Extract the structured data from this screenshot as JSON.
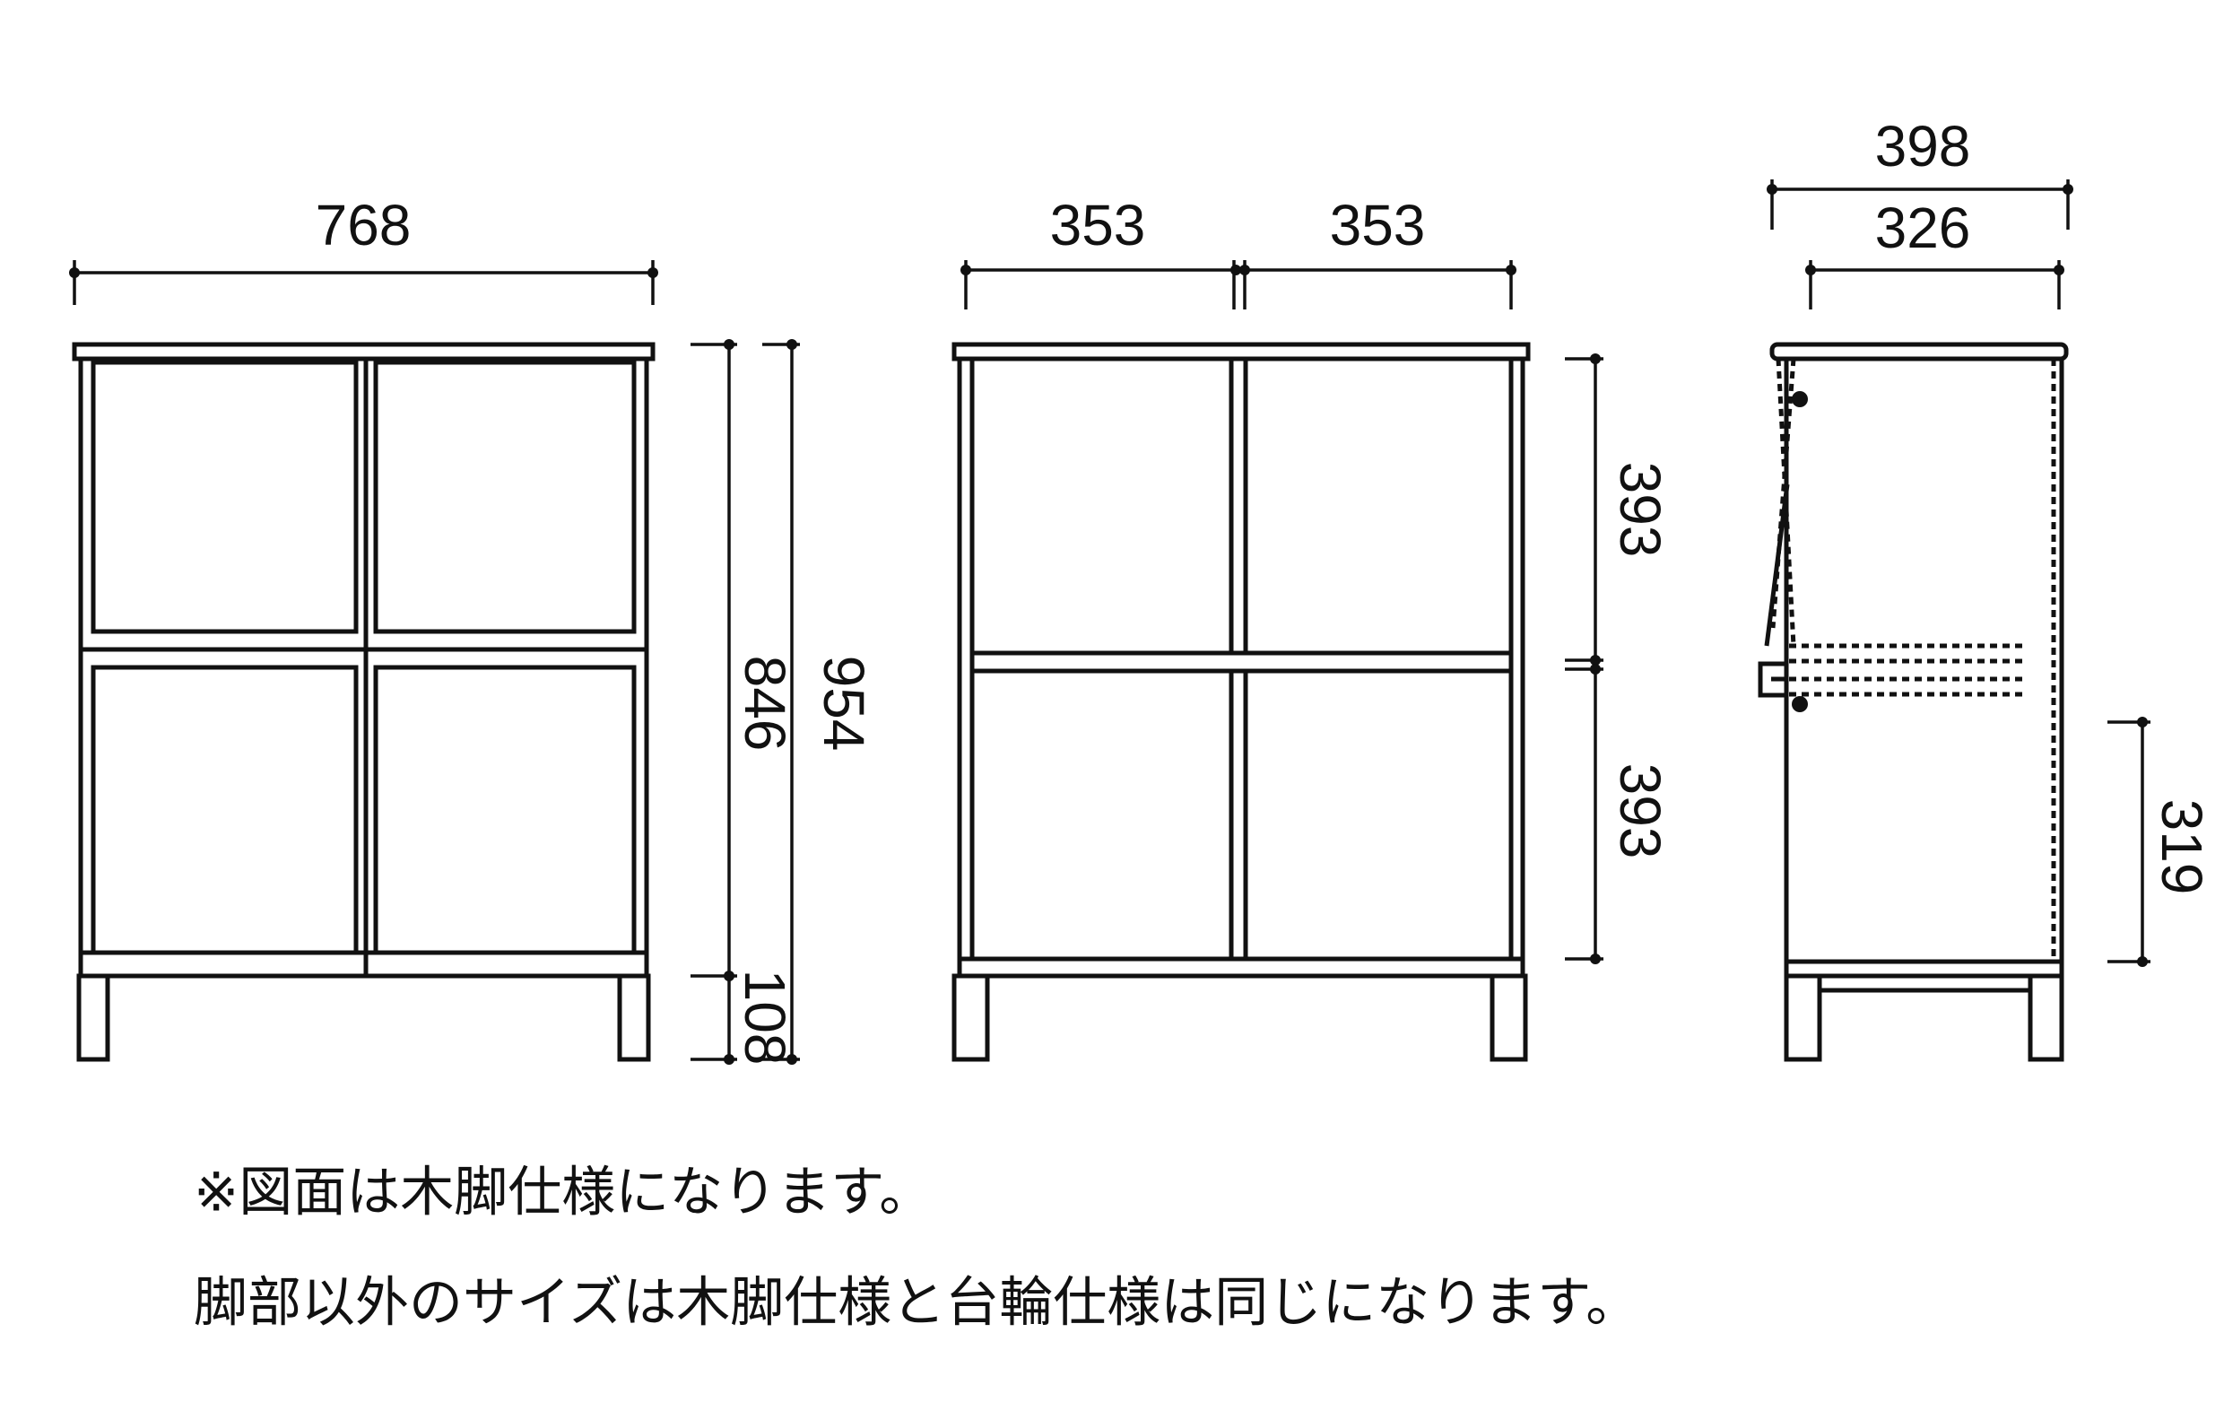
{
  "front_view": {
    "width": "768",
    "body_height": "846",
    "total_height": "954",
    "leg_height": "108"
  },
  "door_view": {
    "door_width_left": "353",
    "door_width_right": "353",
    "upper_height": "393",
    "lower_height": "393"
  },
  "side_view": {
    "depth_total": "398",
    "depth_inner": "326",
    "shelf_height": "319"
  },
  "notes": [
    "※図面は木脚仕様になります。",
    "脚部以外のサイズは木脚仕様と台輪仕様は同じになります。"
  ]
}
